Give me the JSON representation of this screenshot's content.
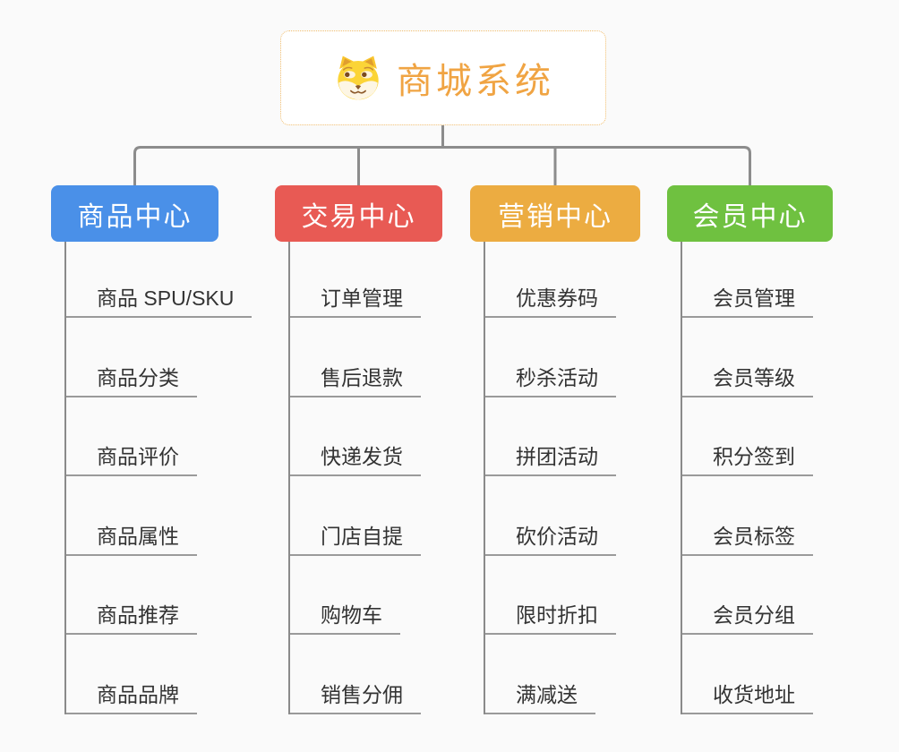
{
  "page": {
    "background": "#fafafa"
  },
  "root": {
    "title": "商城系统",
    "title_color": "#f0a443",
    "border_color": "#f0bd6e",
    "icon": "doge-icon"
  },
  "diagram": {
    "connector_color": "#8c8c8c",
    "subline_color": "#9a9a9a",
    "vline_color": "#8a8a8a"
  },
  "branches": [
    {
      "label": "商品中心",
      "color": "#4a90e8",
      "items": [
        "商品 SPU/SKU",
        "商品分类",
        "商品评价",
        "商品属性",
        "商品推荐",
        "商品品牌"
      ]
    },
    {
      "label": "交易中心",
      "color": "#e85a54",
      "items": [
        "订单管理",
        "售后退款",
        "快递发货",
        "门店自提",
        "购物车",
        "销售分佣"
      ]
    },
    {
      "label": "营销中心",
      "color": "#ecac41",
      "items": [
        "优惠券码",
        "秒杀活动",
        "拼团活动",
        "砍价活动",
        "限时折扣",
        "满减送"
      ]
    },
    {
      "label": "会员中心",
      "color": "#6fc140",
      "items": [
        "会员管理",
        "会员等级",
        "积分签到",
        "会员标签",
        "会员分组",
        "收货地址"
      ]
    }
  ]
}
